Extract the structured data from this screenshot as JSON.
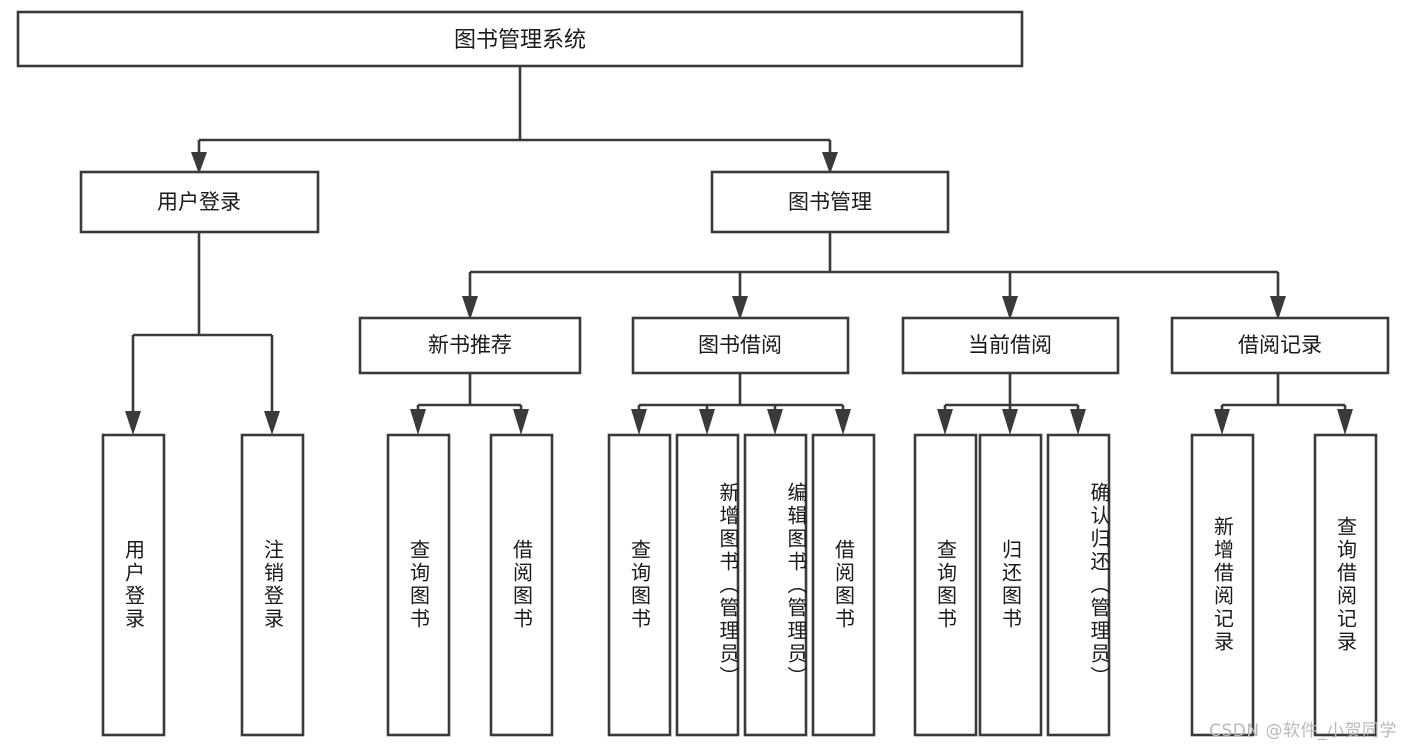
{
  "diagram": {
    "title": "图书管理系统",
    "type": "tree-hierarchy-diagram",
    "root": {
      "label": "图书管理系统"
    },
    "level1": [
      {
        "label": "用户登录"
      },
      {
        "label": "图书管理"
      }
    ],
    "level2": [
      {
        "label": "新书推荐"
      },
      {
        "label": "图书借阅"
      },
      {
        "label": "当前借阅"
      },
      {
        "label": "借阅记录"
      }
    ],
    "leaves": {
      "user_login": [
        {
          "label": "用户登录"
        },
        {
          "label": "注销登录"
        }
      ],
      "new_book_recommend": [
        {
          "label": "查询图书"
        },
        {
          "label": "借阅图书"
        }
      ],
      "book_borrow": [
        {
          "label": "查询图书"
        },
        {
          "label": "新增图书（管理员）"
        },
        {
          "label": "编辑图书（管理员）"
        },
        {
          "label": "借阅图书"
        }
      ],
      "current_borrow": [
        {
          "label": "查询图书"
        },
        {
          "label": "归还图书"
        },
        {
          "label": "确认归还（管理员）"
        }
      ],
      "borrow_record": [
        {
          "label": "新增借阅记录"
        },
        {
          "label": "查询借阅记录"
        }
      ]
    }
  },
  "watermark": {
    "text": "CSDN @软件_小贺同学"
  },
  "colors": {
    "stroke": "#3a3a3a",
    "fill": "#ffffff",
    "text": "#1a1a1a",
    "watermark": "#b9b9b9"
  }
}
